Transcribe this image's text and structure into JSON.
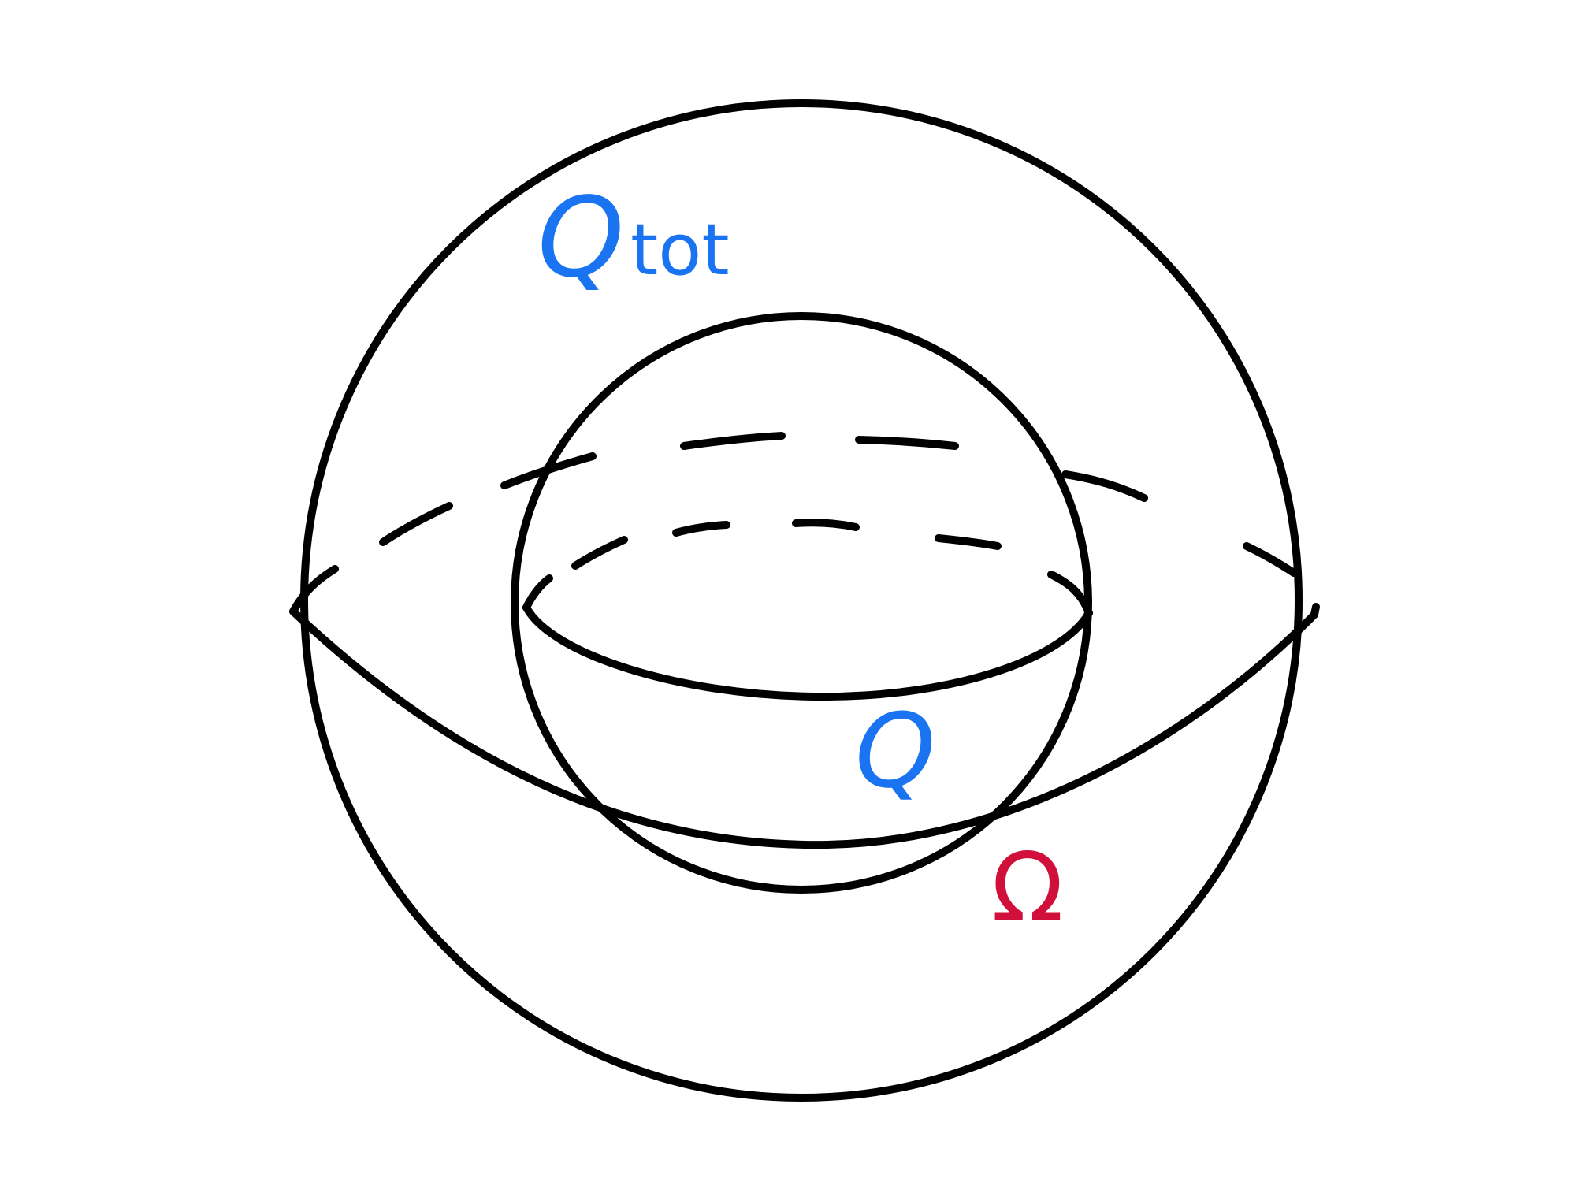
{
  "labels": {
    "outer_sphere": "Q",
    "outer_sphere_subscript": "tot",
    "inner_sphere": "Q",
    "region": "Ω"
  },
  "colors": {
    "outline": "#000000",
    "charge_label": "#1a73f0",
    "region_label": "#d0103a",
    "background": "#ffffff"
  }
}
